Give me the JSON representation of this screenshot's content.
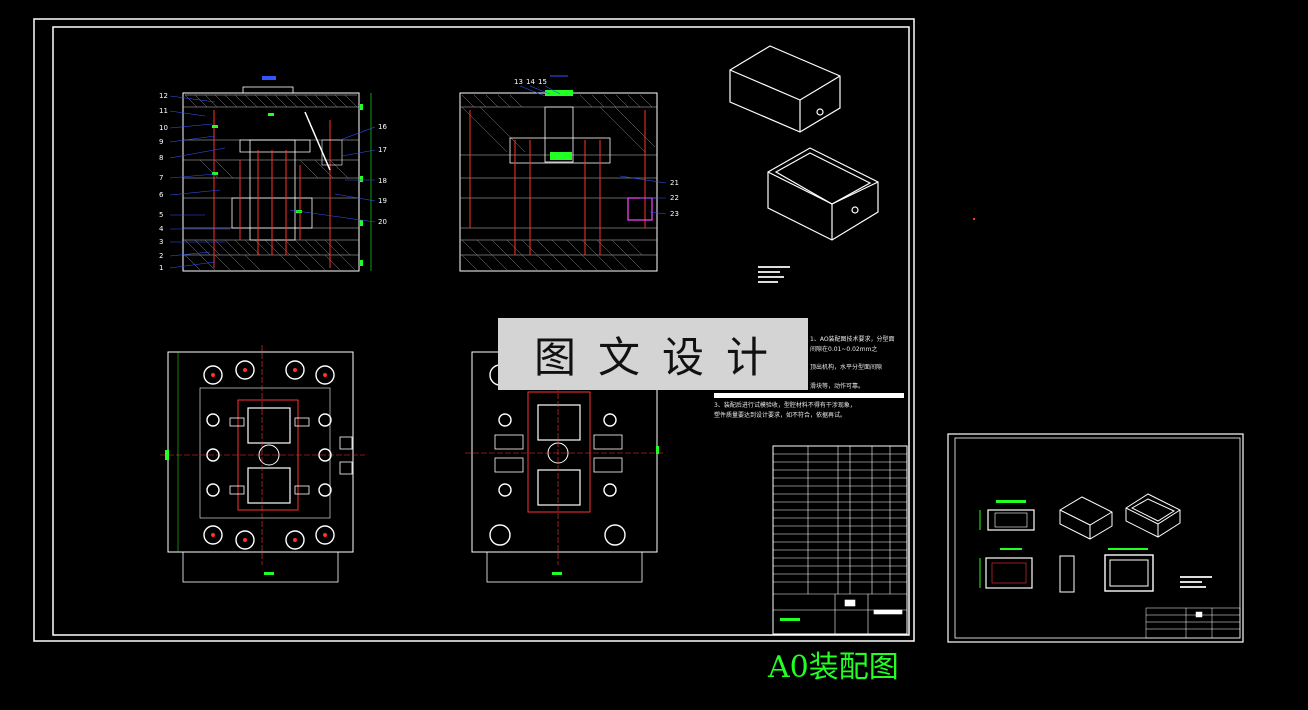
{
  "watermark": {
    "text": "图文设计"
  },
  "caption": {
    "text": "A0装配图"
  },
  "left_part_labels": [
    "12",
    "11",
    "10",
    "9",
    "8",
    "7",
    "6",
    "5",
    "4",
    "3",
    "2",
    "1"
  ],
  "right_part_labels_left": [
    "16",
    "17",
    "18",
    "19",
    "20"
  ],
  "top_mid_labels": [
    "13",
    "14",
    "15"
  ],
  "mid_right_labels": [
    "21",
    "22",
    "23"
  ],
  "notes": {
    "line1": "1、AO装配图技术要求，分型面",
    "line2": "间隙在0.01~0.02mm之",
    "line3": "顶出机构，水平分型面间隙",
    "line4": "滑块等，动作可靠。",
    "line5": "3、装配后进行试模验收，型腔材料不得有干涉现象，",
    "line6": "塑件质量要达到设计要求，如不符合，依据再试。"
  },
  "colors": {
    "background": "#000000",
    "frame": "#ffffff",
    "caption": "#22ff22",
    "red": "#ff3030",
    "green": "#22ff22",
    "blue": "#3355ff",
    "magenta": "#ff44ff"
  }
}
